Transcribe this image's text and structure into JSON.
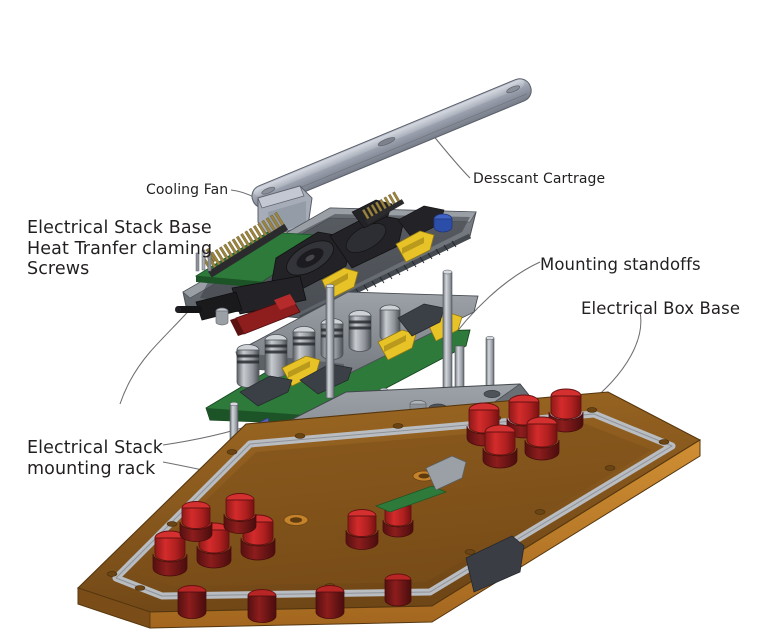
{
  "figure": {
    "type": "exploded-assembly-diagram",
    "subject": "Electrical enclosure exploded view",
    "background_color": "#ffffff",
    "label_color": "#231f20",
    "leader_color": "#6e6e72"
  },
  "labels": {
    "cooling_fan": "Cooling Fan",
    "stack_base": "Electrical Stack Base\nHeat Tranfer claming\nScrews",
    "mounting_rack": "Electrical Stack\nmounting rack",
    "desiccant": "Desscant Cartrage",
    "standoffs": "Mounting standoffs",
    "box_base": "Electrical Box Base"
  },
  "parts": [
    {
      "name": "Desscant Cartrage",
      "color": "#9aa0ad",
      "note": "long rounded bar, top of stack"
    },
    {
      "name": "Cooling Fan",
      "color": "#2b2b2e",
      "note": "black fan on upper board"
    },
    {
      "name": "Electrical Stack Base",
      "color": "#8c9099",
      "note": "upper board assembly"
    },
    {
      "name": "Electrical Stack mounting rack",
      "color": "#6e7378",
      "note": "gray aluminum rack plate"
    },
    {
      "name": "Mounting standoffs",
      "color": "#b3b7bc",
      "note": "vertical rods and threaded studs"
    },
    {
      "name": "Electrical Box Base",
      "color": "#8a5a1e",
      "note": "copper/bronze base plate"
    }
  ],
  "colors": {
    "copper_base": "#8a5a1e",
    "copper_edge": "#c4822a",
    "copper_dark": "#6b4414",
    "red_connector": "#c62222",
    "red_connector_dark": "#6b1414",
    "pcb_green": "#2d7a3a",
    "pcb_green_dark": "#1d5427",
    "gold_pins": "#9a8440",
    "yellow_connector": "#e8c327",
    "blue_cap": "#2b4fa8",
    "gray_metal": "#8c9099",
    "gray_light": "#c3c7cc",
    "gray_dark": "#55595e",
    "black_part": "#2b2b2e",
    "gasket": "#b9bdc2"
  }
}
